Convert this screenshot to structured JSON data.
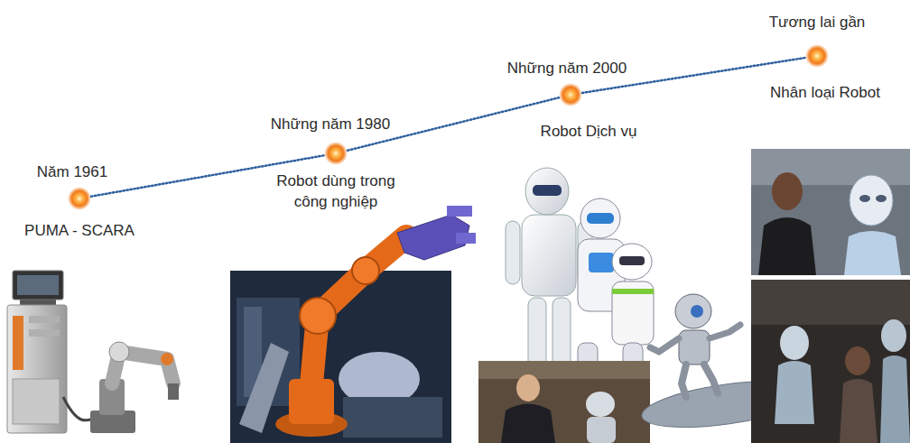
{
  "diagram": {
    "nodes": [
      {
        "text": [
          "Năm 1961",
          "PUMA - SCARA"
        ]
      },
      {
        "text": [
          "Những năm 1980",
          "Robot dùng trong công nghiệp"
        ]
      },
      {
        "text": [
          "Những năm 2000",
          "Robot Dịch vụ"
        ]
      },
      {
        "text": [
          "Tương lai gần",
          "Nhân loại Robot"
        ]
      }
    ],
    "edges": [
      {
        "from": 0,
        "to": 1,
        "arrow": "none"
      },
      {
        "from": 1,
        "to": 2,
        "arrow": "none"
      },
      {
        "from": 2,
        "to": 3,
        "arrow": "none"
      }
    ]
  }
}
